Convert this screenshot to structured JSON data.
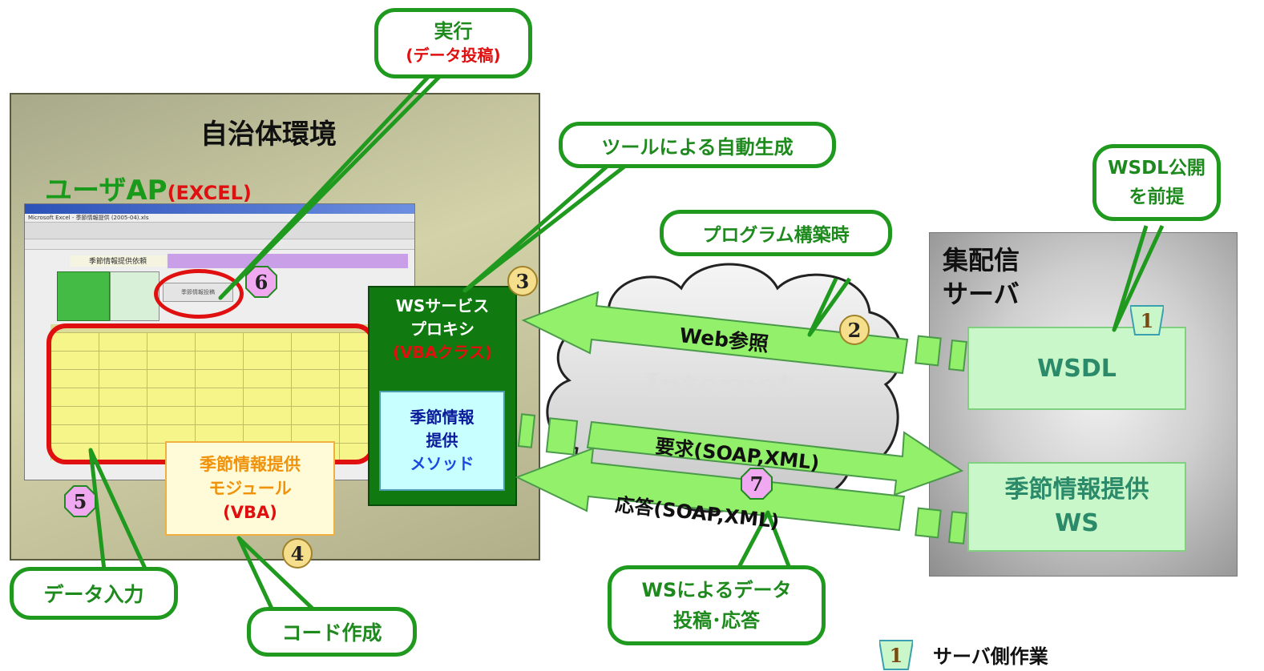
{
  "env": {
    "title": "自治体環境",
    "user_ap": "ユーザAP",
    "user_ap_sub": "(EXCEL)"
  },
  "excel": {
    "menu_label": "Microsoft Excel - 季節情報提供 (2005-04).xls",
    "sheet_title": "季節情報提供依頼",
    "button_label": "季節情報投稿"
  },
  "proxy": {
    "line1": "WSサービス",
    "line2": "プロキシ",
    "line3": "(VBAクラス)"
  },
  "method": {
    "line1": "季節情報",
    "line2": "提供",
    "line3": "メソッド"
  },
  "module": {
    "line1": "季節情報提供",
    "line2": "モジュール",
    "line3": "(VBA)"
  },
  "server": {
    "title_line1": "集配信",
    "title_line2": "サーバ",
    "wsdl": "WSDL",
    "ws_line1": "季節情報提供",
    "ws_line2": "WS"
  },
  "internet": "Internet",
  "arrows": {
    "web_ref": "Web参照",
    "request": "要求(SOAP,XML)",
    "response": "応答(SOAP,XML)"
  },
  "callouts": {
    "execute_line1": "実行",
    "execute_line2": "(データ投稿)",
    "tool_gen": "ツールによる自動生成",
    "program_build": "プログラム構築時",
    "wsdl_pub_line1": "WSDL公開",
    "wsdl_pub_line2": "を前提",
    "data_input": "データ入力",
    "code_create": "コード作成",
    "ws_post_line1": "WSによるデータ",
    "ws_post_line2": "投稿･応答"
  },
  "markers": {
    "m1": "1",
    "m2": "2",
    "m3": "3",
    "m4": "4",
    "m5": "5",
    "m6": "6",
    "m7": "7"
  },
  "legend": {
    "marker": "1",
    "label": "サーバ側作業"
  },
  "colors": {
    "green": "#1f9a1f",
    "arrow_fill": "#92f06a",
    "red": "#e01010",
    "panel": "#b7b58f"
  }
}
